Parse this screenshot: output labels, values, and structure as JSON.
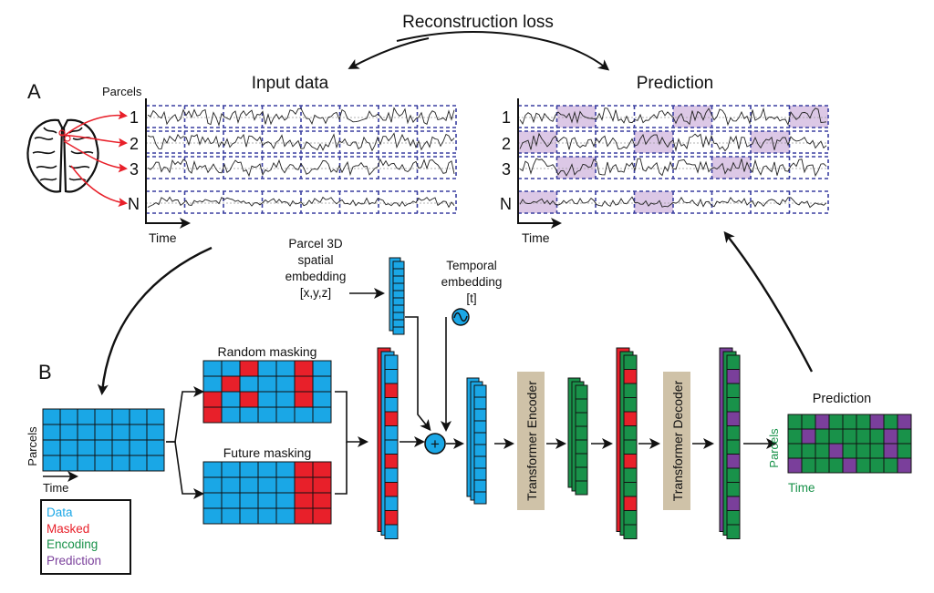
{
  "panel_a": {
    "label": "A",
    "reconstruction_loss": "Reconstruction loss",
    "input_title": "Input data",
    "prediction_title": "Prediction",
    "parcels_label": "Parcels",
    "time_label": "Time",
    "row_labels": [
      "1",
      "2",
      "3",
      "N"
    ]
  },
  "panel_b": {
    "label": "B",
    "random_masking": "Random masking",
    "future_masking": "Future masking",
    "spatial_embedding": [
      "Parcel 3D",
      "spatial",
      "embedding",
      "[x,y,z]"
    ],
    "temporal_embedding": [
      "Temporal",
      "embedding",
      "[t]"
    ],
    "encoder": "Transformer Encoder",
    "decoder": "Transformer Decoder",
    "prediction": "Prediction",
    "parcels_label": "Parcels",
    "time_label": "Time",
    "plus": "+"
  },
  "legend": {
    "data": "Data",
    "masked": "Masked",
    "encoding": "Encoding",
    "prediction": "Prediction"
  },
  "colors": {
    "data": "#1aa7e6",
    "masked": "#e8202a",
    "encoding": "#19924a",
    "prediction": "#7a3f9b",
    "transformer_box": "#cfc2a8",
    "dashed_grid": "#3a3fa0",
    "highlight": "#dcc8e6"
  },
  "masks": {
    "random": [
      [
        0,
        0,
        1,
        0,
        0,
        1,
        0
      ],
      [
        0,
        1,
        0,
        0,
        0,
        1,
        0
      ],
      [
        1,
        0,
        1,
        0,
        0,
        1,
        0
      ],
      [
        1,
        0,
        0,
        0,
        0,
        0,
        0
      ]
    ],
    "prediction_grid": [
      [
        0,
        0,
        1,
        0,
        0,
        0,
        1,
        0,
        1
      ],
      [
        0,
        1,
        0,
        0,
        0,
        0,
        0,
        1,
        0
      ],
      [
        0,
        0,
        0,
        1,
        0,
        0,
        0,
        1,
        0
      ],
      [
        1,
        0,
        0,
        0,
        1,
        0,
        0,
        0,
        1
      ]
    ]
  }
}
